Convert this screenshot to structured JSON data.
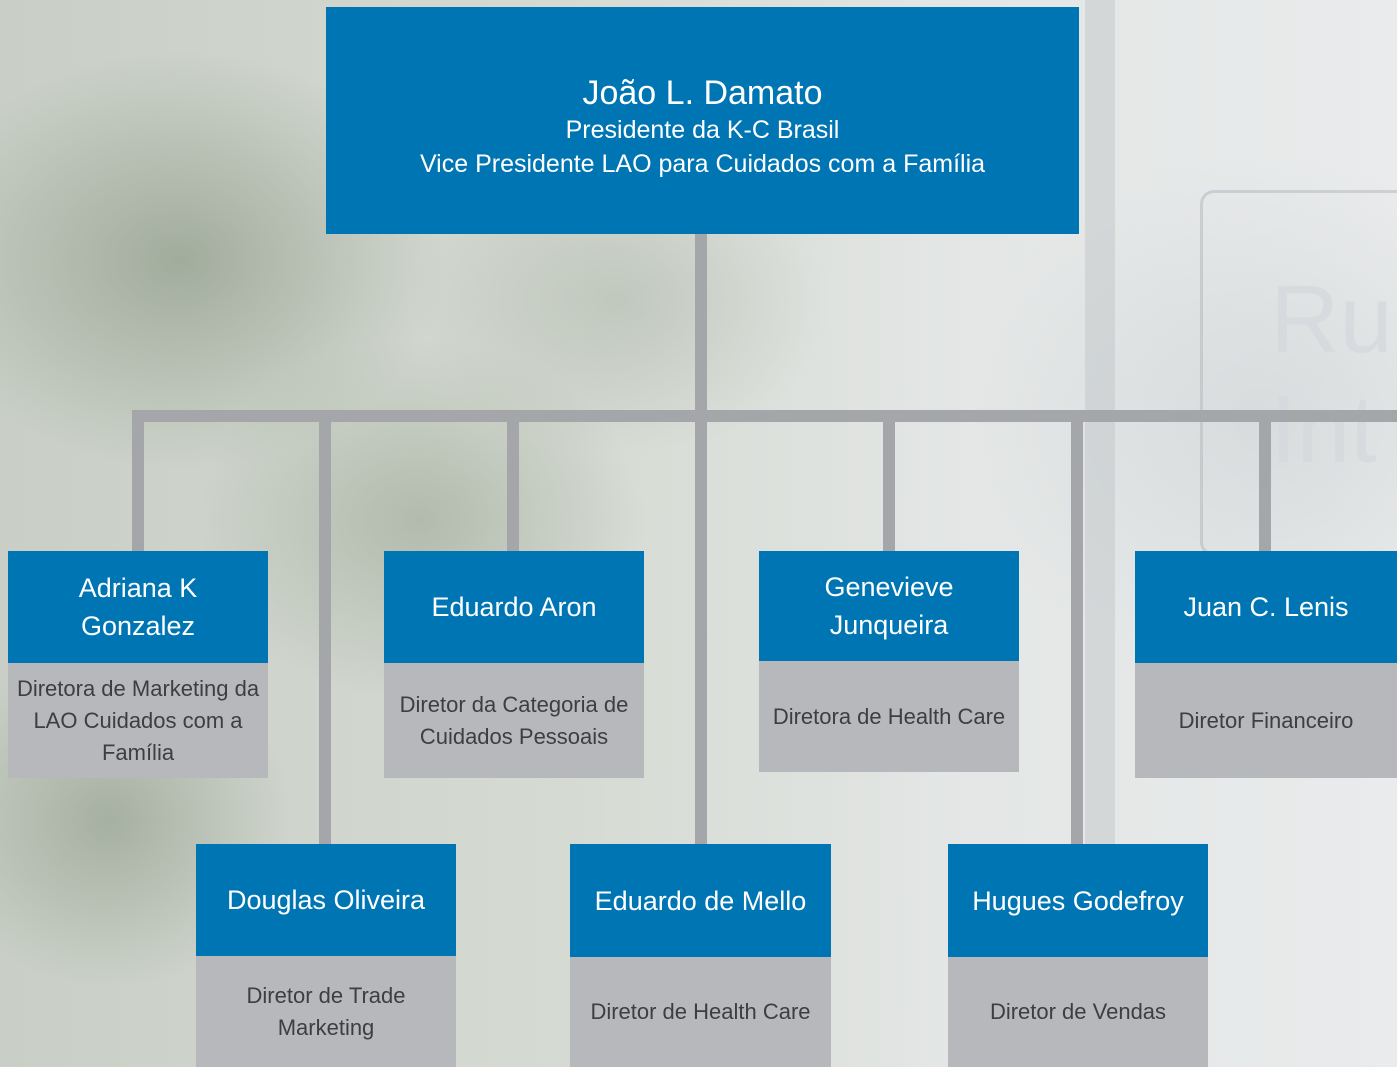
{
  "top": {
    "name": "João L. Damato",
    "title1": "Presidente da K-C Brasil",
    "title2": "Vice Presidente LAO para Cuidados com a Família"
  },
  "background": {
    "sign_text": "Ru\nInt"
  },
  "colors": {
    "name_box": "#0075b4",
    "role_box": "#b7b8bc",
    "connector": "#a5a6aa"
  },
  "row1": [
    {
      "name": "Adriana K Gonzalez",
      "role": "Diretora de Marketing da LAO Cuidados com a Família"
    },
    {
      "name": "Eduardo Aron",
      "role": "Diretor da Categoria de Cuidados Pessoais"
    },
    {
      "name": "Genevieve Junqueira",
      "role": "Diretora de Health Care"
    },
    {
      "name": "Juan C. Lenis",
      "role": "Diretor Financeiro"
    }
  ],
  "row2": [
    {
      "name": "Douglas Oliveira",
      "role": "Diretor de Trade Marketing"
    },
    {
      "name": "Eduardo de Mello",
      "role": "Diretor de Health Care"
    },
    {
      "name": "Hugues Godefroy",
      "role": "Diretor de Vendas"
    }
  ]
}
